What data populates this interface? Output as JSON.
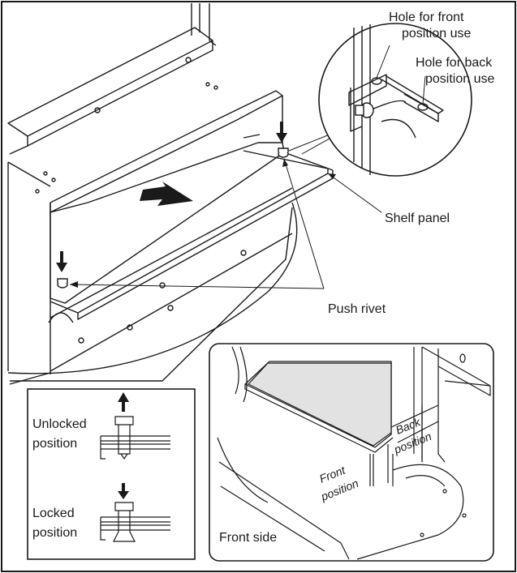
{
  "callouts": {
    "front_hole_line1": "Hole for front",
    "front_hole_line2": "position use",
    "back_hole_line1": "Hole for back",
    "back_hole_line2": "position use",
    "shelf_panel": "Shelf panel",
    "push_rivet": "Push rivet"
  },
  "rivet_states": {
    "unlocked_line1": "Unlocked",
    "unlocked_line2": "position",
    "locked_line1": "Locked",
    "locked_line2": "position"
  },
  "front_view": {
    "caption": "Front side",
    "front_line1": "Front",
    "front_line2": "position",
    "back_line1": "Back",
    "back_line2": "position"
  },
  "colors": {
    "line": "#1a1a1a",
    "panel_fill": "#ffffff",
    "shaded_panel": "#e2e2e2"
  }
}
